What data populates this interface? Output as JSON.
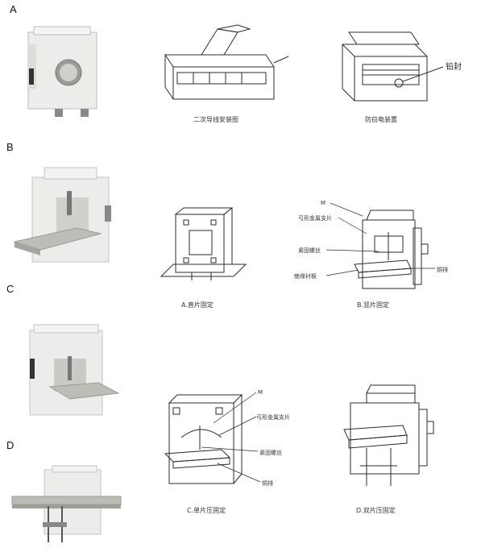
{
  "rows": {
    "a": "A",
    "b": "B",
    "c": "C",
    "d": "D"
  },
  "captions": {
    "a1": "二次导线安装图",
    "a2": "防窃电装置",
    "b1": "A.直片固定",
    "b2": "B.竖片固定",
    "c1": "C.单片压固定",
    "c2": "D.双片压固定"
  },
  "labels": {
    "seal": "铅封",
    "m_b": "M",
    "bracket_b": "弓形金属支片",
    "screw_b": "紧固螺丝",
    "busbar_b": "铜排",
    "insul_b": "绝缘衬板",
    "m_c": "M",
    "bracket_c": "弓形金属支片",
    "screw_c": "紧固螺丝",
    "busbar_c": "铜排"
  },
  "colors": {
    "housing": "#e9e9e6",
    "busbar": "#b9b9b4",
    "line": "#2b2b2b"
  }
}
